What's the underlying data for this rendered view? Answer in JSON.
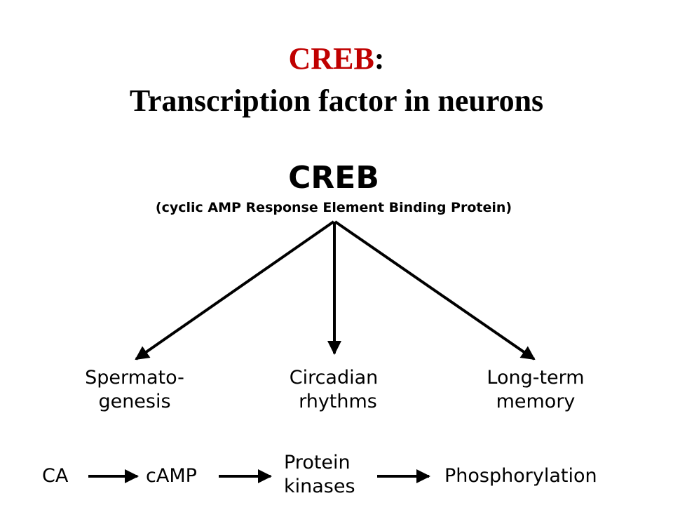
{
  "title": {
    "accent": "CREB",
    "accent_suffix": ":",
    "subtitle": "Transcription factor in neurons"
  },
  "center_node": {
    "label": "CREB",
    "expansion": "(cyclic AMP Response Element Binding Protein)"
  },
  "branches": [
    {
      "line1": "Spermato-",
      "line2": "genesis"
    },
    {
      "line1": "Circadian",
      "line2": "rhythms"
    },
    {
      "line1": "Long-term",
      "line2": "memory"
    }
  ],
  "pathway": {
    "step1": "CA",
    "step2": "cAMP",
    "step3_line1": "Protein",
    "step3_line2": "kinases",
    "step4": "Phosphorylation"
  },
  "colors": {
    "accent": "#c00000",
    "text": "#000000",
    "background": "#ffffff"
  }
}
